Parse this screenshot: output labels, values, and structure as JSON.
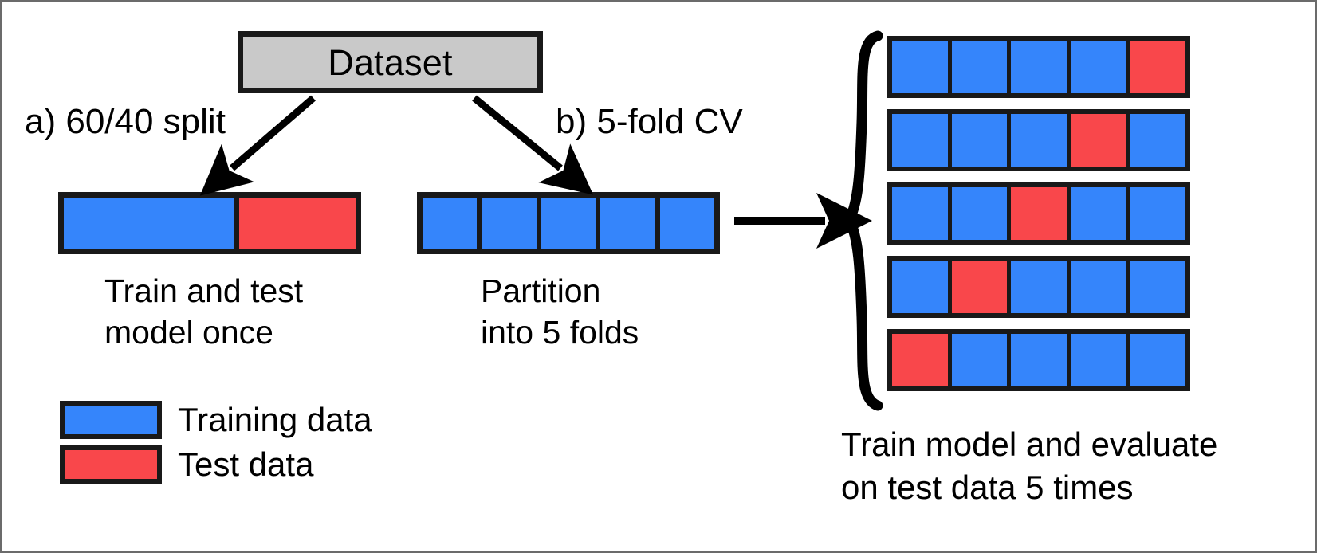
{
  "figure": {
    "title_box": {
      "label": "Dataset"
    },
    "sections": {
      "a": {
        "label": "a) 60/40 split"
      },
      "b": {
        "label": "b) 5-fold CV"
      }
    },
    "captions": {
      "split": "Train and test\nmodel once",
      "partition": "Partition\ninto 5 folds",
      "cv": "Train model and evaluate\non test data 5 times"
    },
    "legend": {
      "items": [
        {
          "label": "Training data",
          "color": "#3585fb",
          "key": "train"
        },
        {
          "label": "Test data",
          "color": "#f9474b",
          "key": "test"
        }
      ]
    },
    "colors": {
      "train": "#3585fb",
      "test": "#f9474b",
      "outline": "#191919",
      "dataset_fill": "#c9c9c9",
      "frame": "#6b6b6b",
      "background": "#ffffff"
    },
    "icons": {
      "arrow_left_split": "diagonal-arrow-down-left-icon",
      "arrow_right_split": "diagonal-arrow-down-right-icon",
      "arrow_to_grid": "right-arrow-icon",
      "brace": "left-curly-brace-icon"
    }
  },
  "chart_data": {
    "type": "diagram",
    "title": "Dataset",
    "split_bar": {
      "label": "a) 60/40 split",
      "segments": [
        {
          "name": "Training data",
          "fraction": 0.6,
          "percent": 60,
          "role": "train"
        },
        {
          "name": "Test data",
          "fraction": 0.4,
          "percent": 40,
          "role": "test"
        }
      ],
      "caption": "Train and test model once"
    },
    "partition_bar": {
      "label": "b) 5-fold CV",
      "n_folds": 5,
      "folds": [
        "train",
        "train",
        "train",
        "train",
        "train"
      ],
      "caption": "Partition into 5 folds"
    },
    "cv_rows": [
      {
        "iteration": 1,
        "cells": [
          "train",
          "train",
          "train",
          "train",
          "test"
        ],
        "test_index": 5
      },
      {
        "iteration": 2,
        "cells": [
          "train",
          "train",
          "train",
          "test",
          "train"
        ],
        "test_index": 4
      },
      {
        "iteration": 3,
        "cells": [
          "train",
          "train",
          "test",
          "train",
          "train"
        ],
        "test_index": 3
      },
      {
        "iteration": 4,
        "cells": [
          "train",
          "test",
          "train",
          "train",
          "train"
        ],
        "test_index": 2
      },
      {
        "iteration": 5,
        "cells": [
          "test",
          "train",
          "train",
          "train",
          "train"
        ],
        "test_index": 1
      }
    ],
    "cv_caption": "Train model and evaluate on test data 5 times"
  }
}
